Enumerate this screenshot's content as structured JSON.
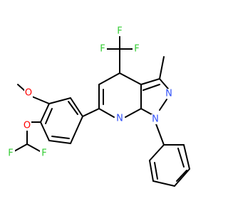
{
  "diagram": {
    "type": "chemical-structure",
    "colors": {
      "bond": "#000000",
      "F": "#33cc33",
      "O": "#ff0000",
      "N": "#3050f8",
      "background": "#ffffff"
    },
    "atom_labels": {
      "f_top_left": "F",
      "f_top_mid": "F",
      "f_top_right": "F",
      "n_ring_top": "N",
      "n_ring_bottom": "N",
      "n_pyridine": "N",
      "o_methoxy": "O",
      "o_ether": "O",
      "f_bottom_left": "F",
      "f_bottom_right": "F"
    }
  }
}
